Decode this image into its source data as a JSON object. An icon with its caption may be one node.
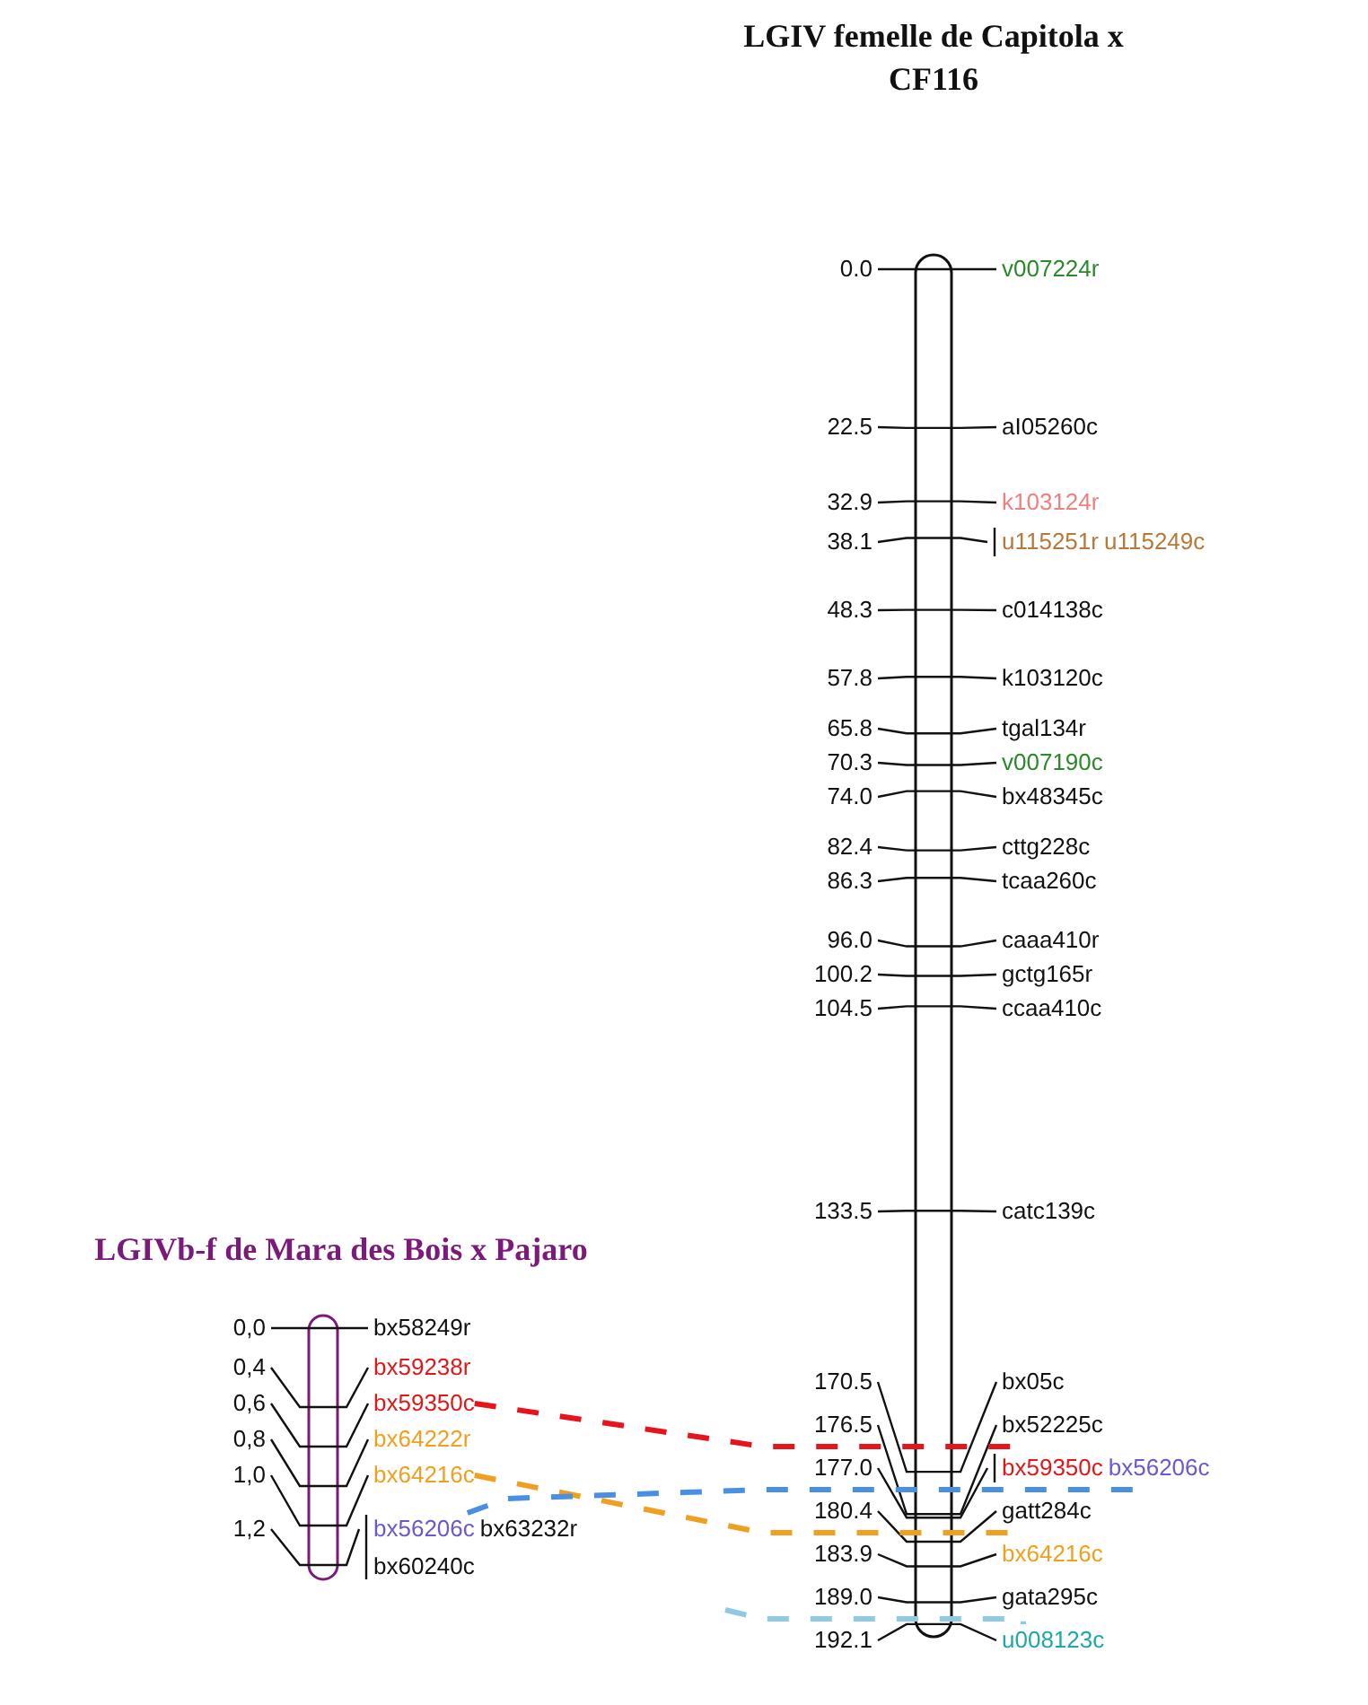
{
  "diagram": {
    "nodes": [
      {
        "text": [
          "v007224r"
        ]
      },
      {
        "text": [
          "aI05260c"
        ]
      },
      {
        "text": [
          "k103124r"
        ]
      },
      {
        "text": [
          "u115251r"
        ]
      },
      {
        "text": [
          "u115249c"
        ]
      },
      {
        "text": [
          "c014138c"
        ]
      },
      {
        "text": [
          "k103120c"
        ]
      },
      {
        "text": [
          "tgal134r"
        ]
      },
      {
        "text": [
          "v007190c"
        ]
      },
      {
        "text": [
          "bx48345c"
        ]
      },
      {
        "text": [
          "cttg228c"
        ]
      },
      {
        "text": [
          "tcaa260c"
        ]
      },
      {
        "text": [
          "caaa410r"
        ]
      },
      {
        "text": [
          "gctg165r"
        ]
      },
      {
        "text": [
          "ccaa410c"
        ]
      },
      {
        "text": [
          "catc139c"
        ]
      },
      {
        "text": [
          "bx05c"
        ]
      },
      {
        "text": [
          "bx52225c"
        ]
      },
      {
        "text": [
          "bx59350c"
        ]
      },
      {
        "text": [
          "bx56206c"
        ]
      },
      {
        "text": [
          "gatt284c"
        ]
      },
      {
        "text": [
          "bx64216c"
        ]
      },
      {
        "text": [
          "gata295c"
        ]
      },
      {
        "text": [
          "u008123c"
        ]
      },
      {
        "text": [
          "bx58249r"
        ]
      },
      {
        "text": [
          "bx59238r"
        ]
      },
      {
        "text": [
          "bx59350c"
        ]
      },
      {
        "text": [
          "bx64222r"
        ]
      },
      {
        "text": [
          "bx64216c"
        ]
      },
      {
        "text": [
          "bx56206c"
        ]
      },
      {
        "text": [
          "bx63232r"
        ]
      },
      {
        "text": [
          "bx60240c"
        ]
      }
    ],
    "edges": [
      {
        "from": 26,
        "to": 18,
        "arrow": "none",
        "style": "dashed",
        "color": "#e8141c"
      },
      {
        "from": 28,
        "to": 21,
        "arrow": "none",
        "style": "dashed",
        "color": "#f0a020"
      },
      {
        "from": 29,
        "to": 19,
        "arrow": "none",
        "style": "dashed",
        "color": "#4a90e2"
      },
      {
        "from": null,
        "to": 23,
        "arrow": "none",
        "style": "dashed",
        "color": "#8ecae6"
      }
    ],
    "labels": [
      "LGIV femelle de Capitola x CF116",
      "0.0",
      "22.5",
      "32.9",
      "38.1",
      "48.3",
      "57.8",
      "65.8",
      "70.3",
      "74.0",
      "82.4",
      "86.3",
      "96.0",
      "100.2",
      "104.5",
      "133.5",
      "170.5",
      "176.5",
      "177.0",
      "180.4",
      "183.9",
      "189.0",
      "192.1",
      "LGIVb-f de Mara des Bois x Pajaro",
      "0,0",
      "0,4",
      "0,6",
      "0,8",
      "1,0",
      "1,2"
    ]
  }
}
